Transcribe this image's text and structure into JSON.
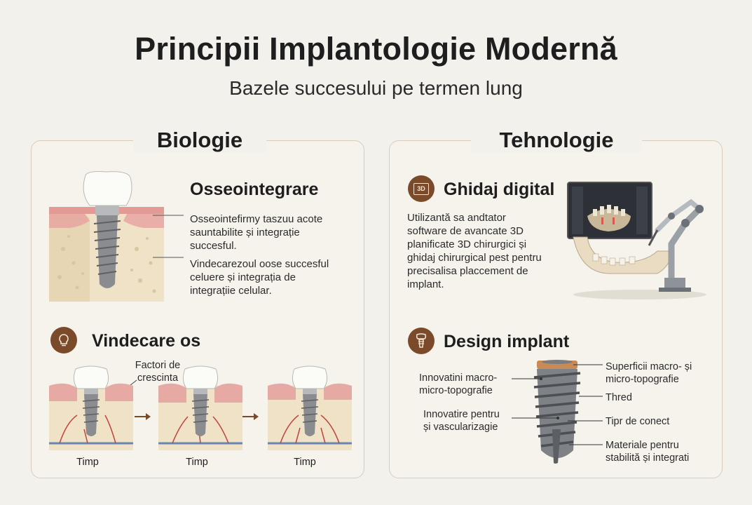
{
  "title": "Principii Implantologie Modernă",
  "subtitle": "Bazele succesului pe termen lung",
  "biologie": {
    "title": "Biologie",
    "osseo": {
      "title": "Osseointegrare",
      "text1_lines": [
        "Osseointefirmy taszuu acote",
        "sauntabilite și integrație",
        "succesful."
      ],
      "text2_lines": [
        "Vindecarezoul oose succesful",
        "celuere și integrația de",
        "integrațiie celular."
      ]
    },
    "healing": {
      "title": "Vindecare os",
      "factor_lines": [
        "Factori de",
        "crescinta"
      ],
      "time_labels": [
        "Timp",
        "Timp",
        "Timp"
      ]
    }
  },
  "tehnologie": {
    "title": "Tehnologie",
    "digital": {
      "title": "Ghidaj digital",
      "icon_text": "3D",
      "text_lines": [
        "Utilizantă sa andtator",
        "software de avancate 3D",
        "planificate 3D chirurgici și",
        "ghidaj chirurgical pest pentru",
        "precisalisa placcement de",
        "implant."
      ]
    },
    "design": {
      "title": "Design implant",
      "left_labels": [
        {
          "lines": [
            "Innovatini macro-",
            "micro-topografie"
          ]
        },
        {
          "lines": [
            "Innovatire pentru",
            "și vascularizagie"
          ]
        }
      ],
      "right_labels": [
        {
          "lines": [
            "Superficii macro- și",
            "micro-topografie"
          ]
        },
        {
          "lines": [
            "Thred"
          ]
        },
        {
          "lines": [
            "Tipr de conect"
          ]
        },
        {
          "lines": [
            "Materiale pentru",
            "stabilită și integrati"
          ]
        }
      ]
    }
  },
  "colors": {
    "accent": "#7a4a2a",
    "gum": "#e7a9a3",
    "bone": "#efe2c6",
    "crown": "#fbfbf8",
    "metal": "#8a8c8f"
  }
}
